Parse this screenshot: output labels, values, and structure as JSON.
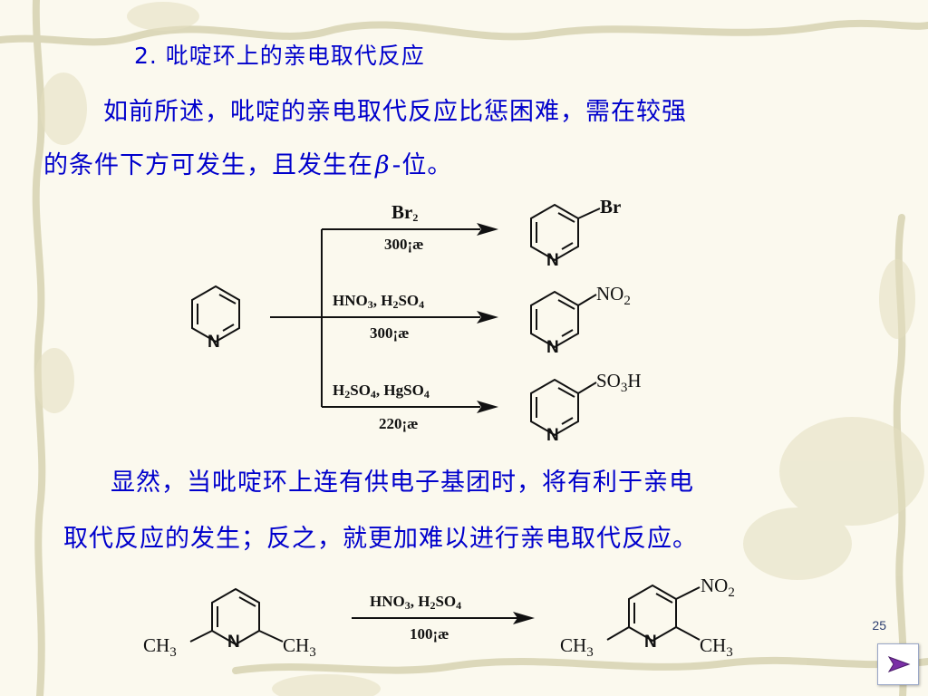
{
  "section": {
    "heading": "2.  吡啶环上的亲电取代反应",
    "para1_line1": "如前所述，吡啶的亲电取代反应比惩困难，需在较强",
    "para1_line2_a": "的条件下方可发生，且发生在",
    "beta": "β",
    "para1_line2_b": "-位。",
    "para2_line1": "显然，当吡啶环上连有供电子基团时，将有利于亲电",
    "para2_line2": "取代反应的发生；反之，就更加难以进行亲电取代反应。"
  },
  "scheme1": {
    "nitrogen": "N",
    "reactions": [
      {
        "reagent_html_parts": {
          "a": "Br",
          "b": "2"
        },
        "temperature": "300¡æ",
        "substituent": {
          "a": "Br"
        }
      },
      {
        "reagent_parts": {
          "a": "HNO",
          "a_sub": "3",
          "b": ", H",
          "b_sub": "2",
          "c": "SO",
          "c_sub": "4"
        },
        "temperature": "300¡æ",
        "substituent": {
          "a": "NO",
          "a_sub": "2"
        }
      },
      {
        "reagent_parts": {
          "a": "H",
          "a_sub": "2",
          "b": "SO",
          "b_sub": "4",
          "c": ", HgSO",
          "c_sub": "4"
        },
        "temperature": "220¡æ",
        "substituent": {
          "a": "SO",
          "a_sub": "3",
          "b": "H"
        }
      }
    ]
  },
  "scheme2": {
    "nitrogen": "N",
    "methyl_a": "CH",
    "methyl_sub": "3",
    "reagent_parts": {
      "a": "HNO",
      "a_sub": "3",
      "b": ", H",
      "b_sub": "2",
      "c": "SO",
      "c_sub": "4"
    },
    "temperature": "100¡æ",
    "substituent": {
      "a": "NO",
      "a_sub": "2"
    }
  },
  "footer": {
    "page_number": "25"
  },
  "colors": {
    "text_blue": "#0000cc",
    "background": "#fbf9ee"
  }
}
